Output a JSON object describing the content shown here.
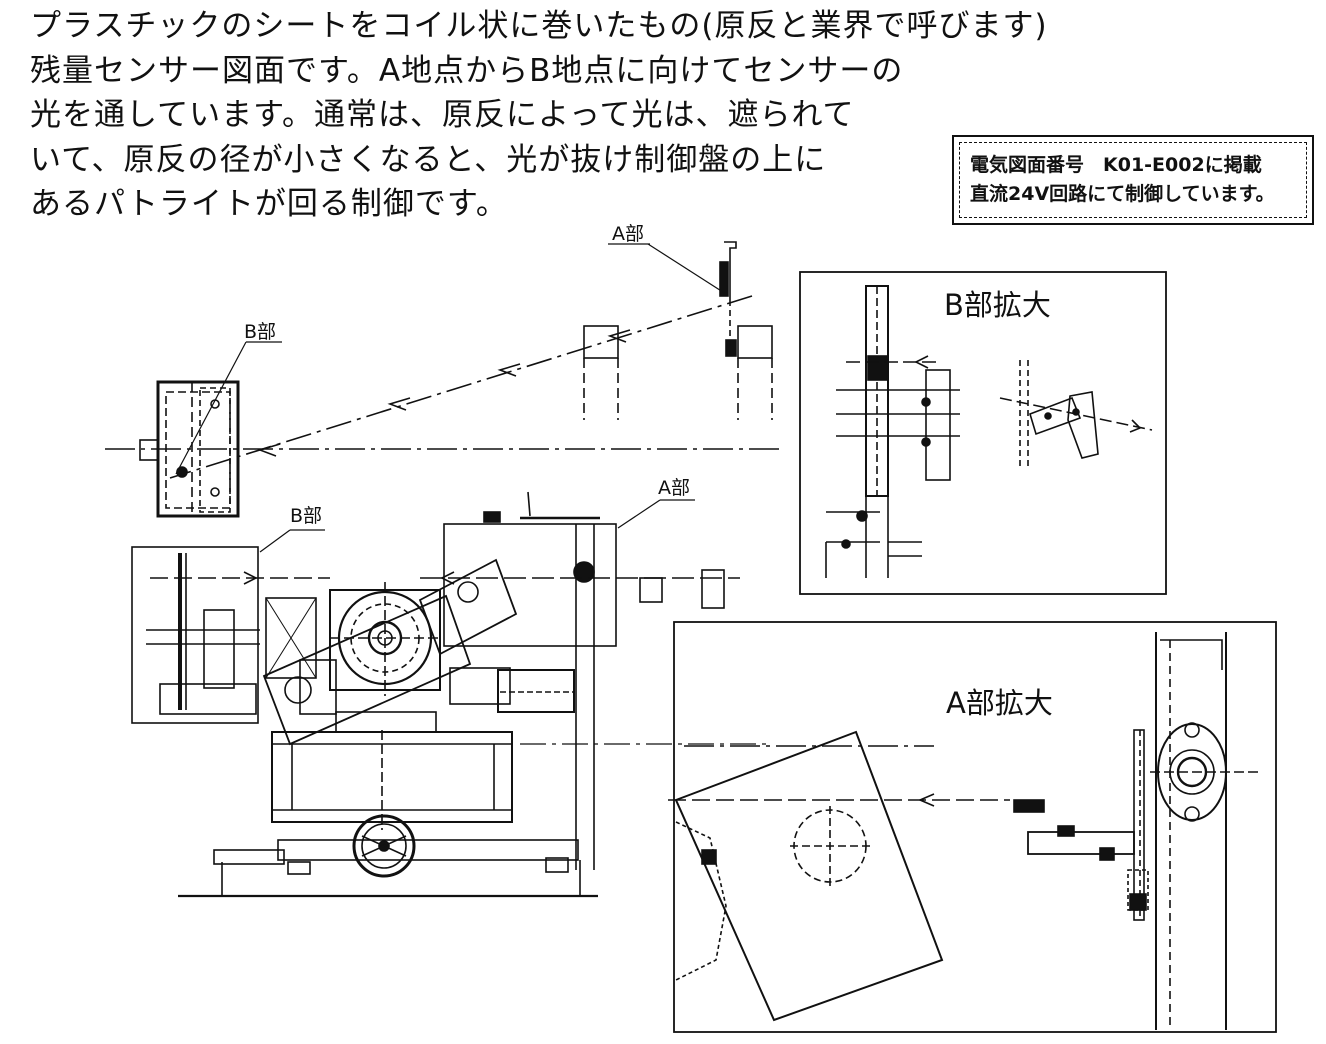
{
  "description_lines": [
    "プラスチックのシートをコイル状に巻いたもの(原反と業界で呼びます)",
    "残量センサー図面です。A地点からB地点に向けてセンサーの",
    "光を通しています。通常は、原反によって光は、遮られて",
    "いて、原反の径が小さくなると、光が抜け制御盤の上に",
    "あるパトライトが回る制御です。"
  ],
  "reference_box": {
    "line1": "電気図面番号　K01-E002に掲載",
    "line2": "直流24V回路にて制御しています。"
  },
  "labels": {
    "a_top": "A部",
    "b_top": "B部",
    "b_mid": "B部",
    "a_mid": "A部",
    "b_detail_title": "B部拡大",
    "a_detail_title": "A部拡大"
  }
}
